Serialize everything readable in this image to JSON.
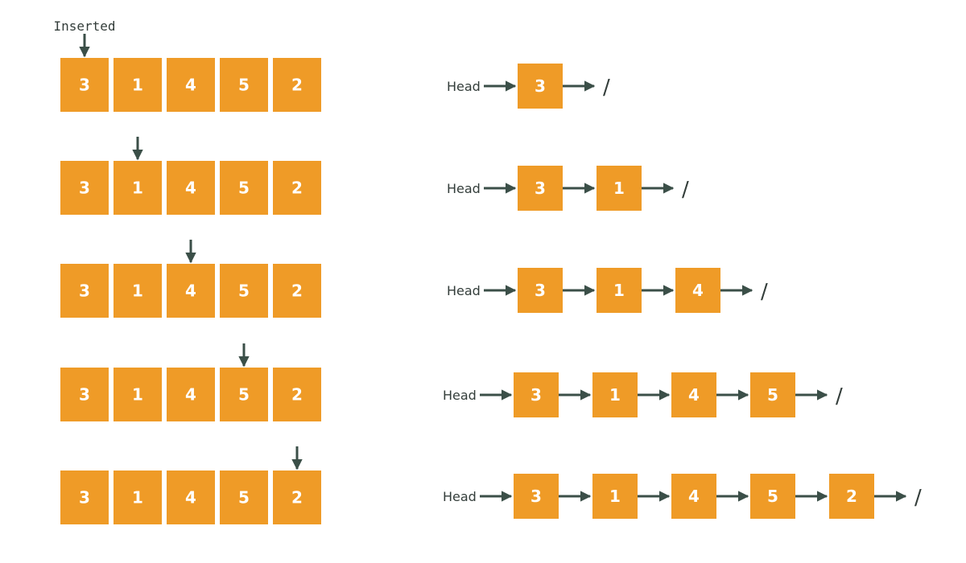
{
  "label_inserted": "Inserted",
  "head_label": "Head",
  "null_marker": "/",
  "colors": {
    "cell_fill": "#ef9b27",
    "cell_text": "#ffffff",
    "arrow": "#3b4f48",
    "text": "#333d3a"
  },
  "array": [
    "3",
    "1",
    "4",
    "5",
    "2"
  ],
  "steps": [
    {
      "pointer_index": 0,
      "list": [
        "3"
      ]
    },
    {
      "pointer_index": 1,
      "list": [
        "3",
        "1"
      ]
    },
    {
      "pointer_index": 2,
      "list": [
        "3",
        "1",
        "4"
      ]
    },
    {
      "pointer_index": 3,
      "list": [
        "3",
        "1",
        "4",
        "5"
      ]
    },
    {
      "pointer_index": 4,
      "list": [
        "3",
        "1",
        "4",
        "5",
        "2"
      ]
    }
  ]
}
